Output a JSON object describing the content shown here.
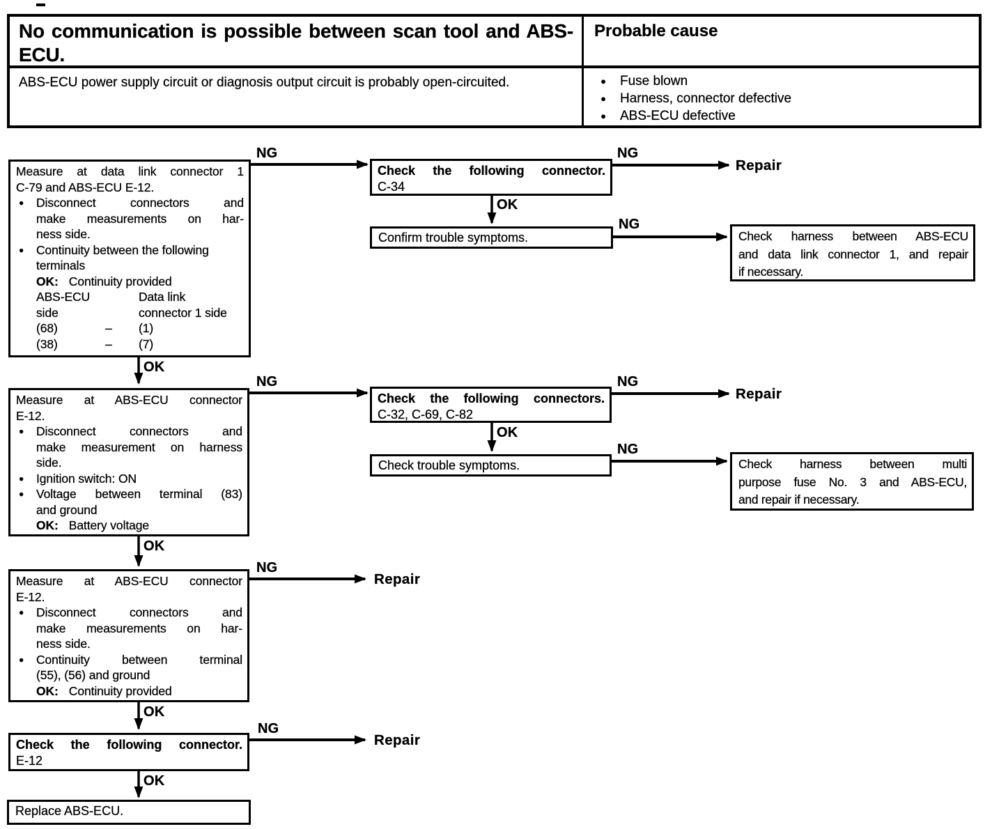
{
  "header": {
    "title": "No communication is possible between scan tool and ABS-ECU.",
    "probable_cause": "Probable cause",
    "description": "ABS-ECU power supply circuit or diagnosis output circuit is probably open-circuited.",
    "causes": [
      "Fuse blown",
      "Harness, connector defective",
      "ABS-ECU defective"
    ]
  },
  "labels": {
    "ng": "NG",
    "ok": "OK",
    "repair": "Repair",
    "bullet": "●"
  },
  "flow": {
    "measure1": {
      "title": [
        "Measure at data link connector 1",
        "C-79 and ABS-ECU E-12."
      ],
      "b1": [
        "Disconnect connectors and",
        "make measurements on har-",
        "ness side."
      ],
      "b2": [
        "Continuity between the following",
        "terminals"
      ],
      "ok_label": "OK:",
      "ok_value": "Continuity provided",
      "side_left": [
        "ABS-ECU",
        "side"
      ],
      "side_right": [
        "Data link",
        "connector 1 side"
      ],
      "pairs": [
        [
          "(68)",
          "–",
          "(1)"
        ],
        [
          "(38)",
          "–",
          "(7)"
        ]
      ]
    },
    "check_connector_c34": {
      "title": "Check the following connector.",
      "code": "C-34"
    },
    "confirm_symptoms": {
      "text": "Confirm trouble symptoms."
    },
    "harness1": {
      "lines": [
        "Check harness between ABS-ECU",
        "and data link connector 1, and repair",
        "if necessary."
      ]
    },
    "measure2": {
      "title": [
        "Measure at ABS-ECU connector",
        "E-12."
      ],
      "b1": [
        "Disconnect connectors and",
        "make measurement on harness",
        "side."
      ],
      "b2": [
        "Ignition switch: ON"
      ],
      "b3": [
        "Voltage between terminal (83)",
        "and ground"
      ],
      "ok_label": "OK:",
      "ok_value": "Battery voltage"
    },
    "check_connectors": {
      "title": "Check the following connectors.",
      "code": "C-32, C-69, C-82"
    },
    "check_symptoms": {
      "text": "Check trouble symptoms."
    },
    "harness2": {
      "lines": [
        "Check harness between multi",
        "purpose fuse No. 3 and ABS-ECU,",
        "and repair if necessary."
      ]
    },
    "measure3": {
      "title": [
        "Measure at ABS-ECU connector",
        "E-12."
      ],
      "b1": [
        "Disconnect connectors and",
        "make measurements on har-",
        "ness side."
      ],
      "b2": [
        "Continuity between terminal",
        "(55), (56) and ground"
      ],
      "ok_label": "OK:",
      "ok_value": "Continuity provided"
    },
    "check_connector_e12": {
      "title": "Check the following connector.",
      "code": "E-12"
    },
    "replace": {
      "text": "Replace ABS-ECU."
    }
  }
}
